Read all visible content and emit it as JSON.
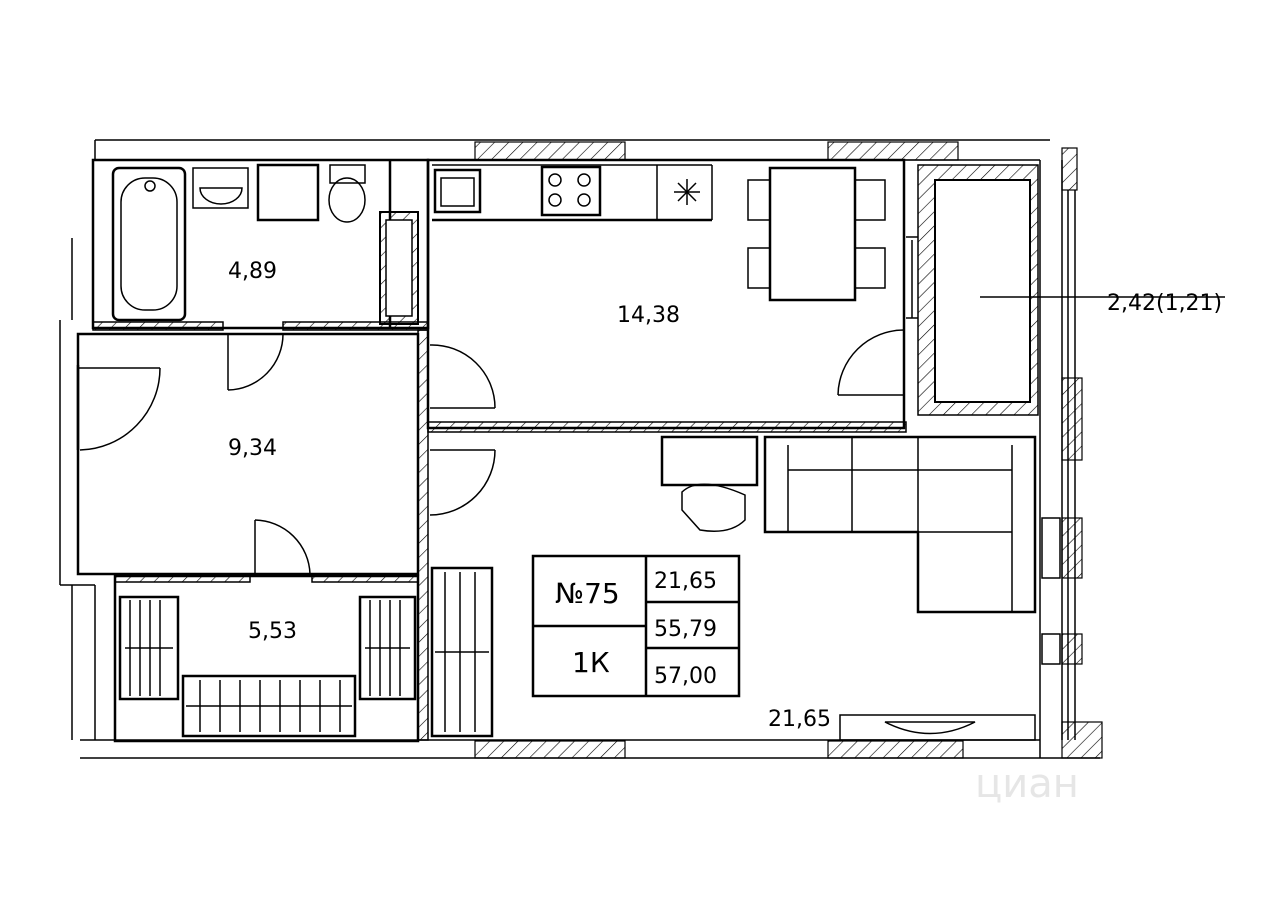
{
  "rooms": {
    "bathroom_area": "4,89",
    "kitchen_area": "14,38",
    "hall_area": "9,34",
    "storage_area": "5,53",
    "living_area": "21,65",
    "balcony_area": "2,42(1,21)"
  },
  "summary": {
    "apartment_number": "№75",
    "apartment_type": "1К",
    "living_area": "21,65",
    "total_area": "55,79",
    "total_area_with_balcony": "57,00"
  },
  "watermark": "циан"
}
